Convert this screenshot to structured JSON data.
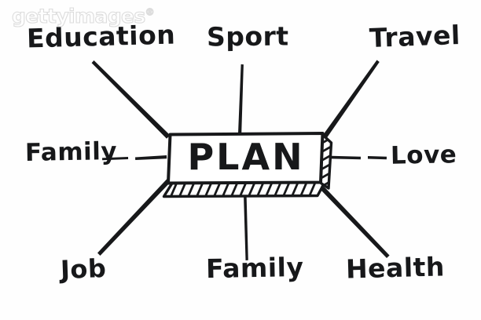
{
  "watermark": {
    "text": "gettyimages",
    "mark": "®",
    "color": "#dcdcdc"
  },
  "diagram": {
    "type": "mind-map",
    "title": "PLAN",
    "center": {
      "label": "PLAN",
      "shape": "3d-box-with-hatched-shadow",
      "stroke_color": "#17181a",
      "fill_color": "#ffffff"
    },
    "style": {
      "line_color": "#17181a",
      "background": "#fefefe",
      "hand_drawn": "true"
    },
    "branches": [
      {
        "id": "education",
        "label": "Education",
        "position": "top-left",
        "connector": "diagonal-up-left"
      },
      {
        "id": "sport",
        "label": "Sport",
        "position": "top-center",
        "connector": "vertical-up"
      },
      {
        "id": "travel",
        "label": "Travel",
        "position": "top-right",
        "connector": "diagonal-up-right"
      },
      {
        "id": "family-left",
        "label": "Family",
        "position": "middle-left",
        "connector": "horizontal-left"
      },
      {
        "id": "love",
        "label": "Love",
        "position": "middle-right",
        "connector": "horizontal-right"
      },
      {
        "id": "job",
        "label": "Job",
        "position": "bottom-left",
        "connector": "diagonal-down-left"
      },
      {
        "id": "family-bottom",
        "label": "Family",
        "position": "bottom-center",
        "connector": "vertical-down"
      },
      {
        "id": "health",
        "label": "Health",
        "position": "bottom-right",
        "connector": "diagonal-down-right"
      }
    ]
  }
}
